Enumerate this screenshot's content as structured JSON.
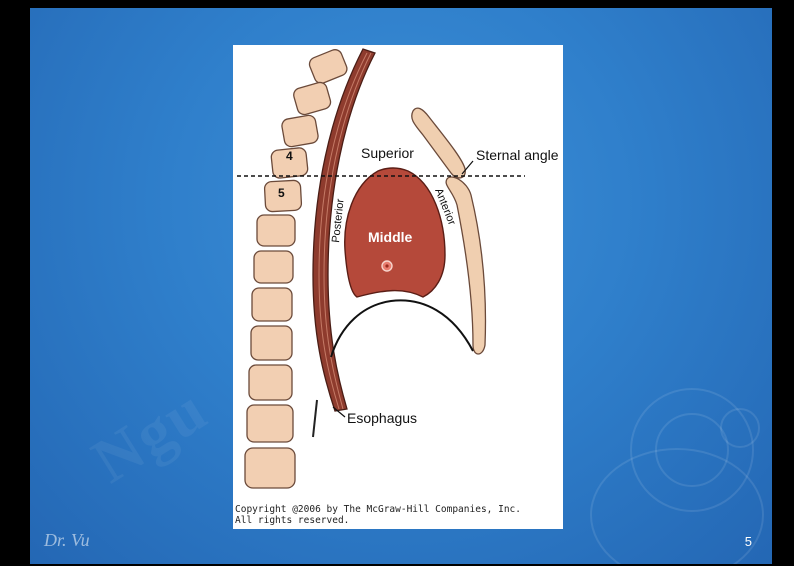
{
  "diagram": {
    "labels": {
      "superior": "Superior",
      "sternal_angle": "Sternal angle",
      "anterior": "Anterior",
      "posterior": "Posterior",
      "middle": "Middle",
      "esophagus": "Esophagus",
      "vertebra_4": "4",
      "vertebra_5": "5"
    },
    "copyright_line1": "Copyright @2006 by The McGraw-Hill Companies, Inc.",
    "copyright_line2": "All rights reserved."
  },
  "slide": {
    "author": "Dr. Vu",
    "page_number": "5"
  },
  "colors": {
    "background": "#2f7fcb",
    "vertebra": "#f2cfb2",
    "middle_mediastinum": "#b5493a",
    "esophagus": "#8e3b2d",
    "sternum": "#f0cfb0"
  }
}
